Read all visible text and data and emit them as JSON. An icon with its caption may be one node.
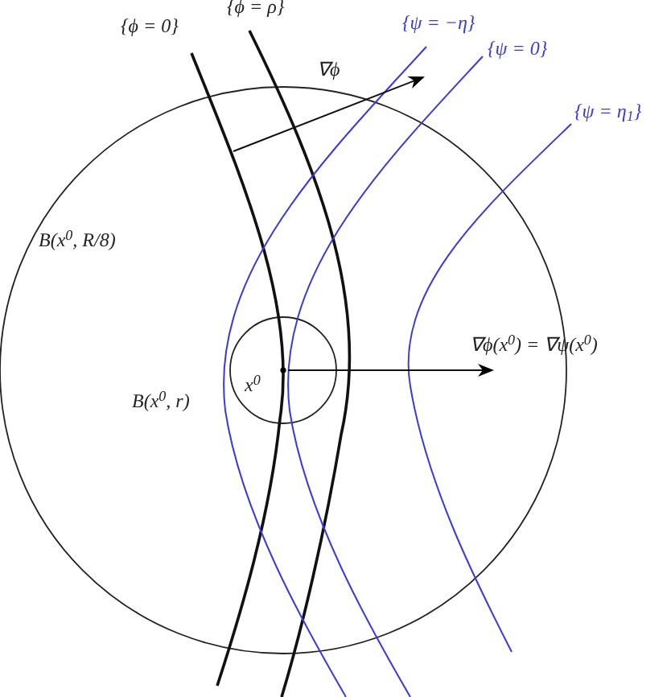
{
  "diagram": {
    "labels": [
      "{ϕ = 0}",
      "{ϕ = ρ}",
      "∇ϕ",
      "{ψ = −η}",
      "{ψ = 0}",
      "{ψ = η$_{1}$}",
      "B(x$^{0}$, R/8)",
      "x$^{0}$",
      "B(x$^{0}$, r)",
      "∇ϕ(x$^{0}$) = ∇ψ(x$^{0}$)"
    ]
  }
}
